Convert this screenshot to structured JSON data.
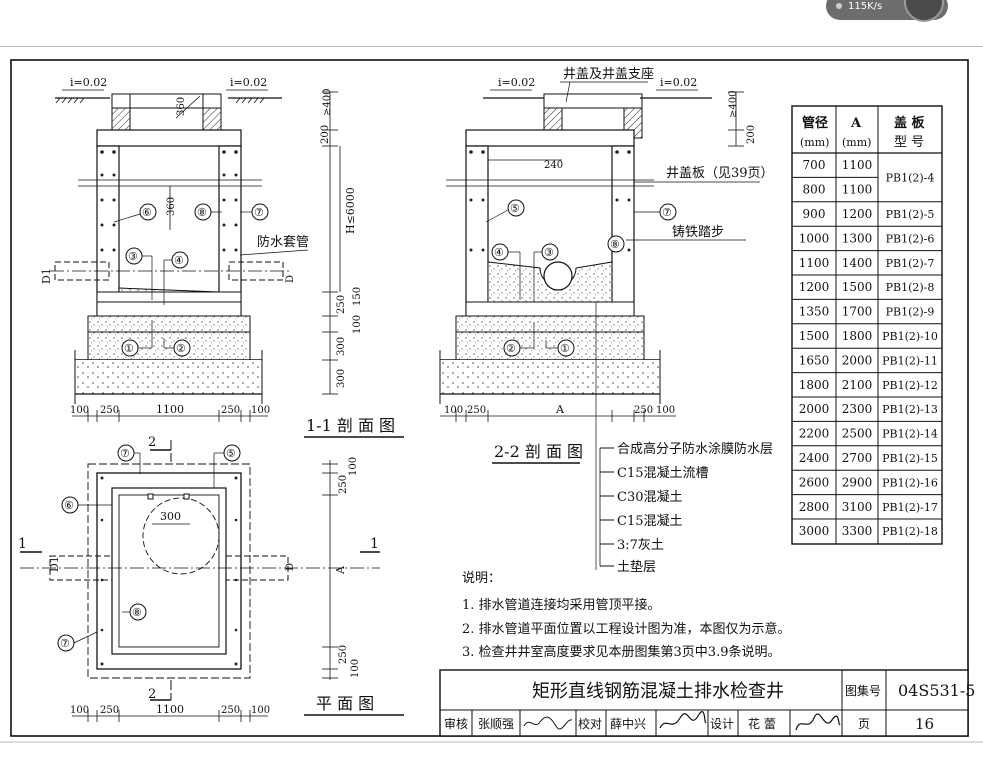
{
  "toolbar": {
    "net_speed": "115K/s"
  },
  "section_1_1": {
    "title": "1-1 剖 面 图",
    "slope_left": "i=0.02",
    "slope_right": "i=0.02",
    "labels": {
      "sleeve": "防水套管",
      "pipe_left": "D1",
      "pipe_right": "D"
    },
    "dims_vertical": [
      "360",
      "≥400",
      "200",
      "H≤6000",
      "360",
      "150",
      "250",
      "100",
      "300",
      "300"
    ],
    "dims_horizontal": [
      "100",
      "250",
      "1100",
      "250",
      "100"
    ],
    "markers": [
      "①",
      "②",
      "③",
      "④",
      "⑤",
      "⑥",
      "⑦",
      "⑧"
    ]
  },
  "section_2_2": {
    "title": "2-2 剖 面 图",
    "top_label": "井盖及井盖支座",
    "slope_left": "i=0.02",
    "slope_right": "i=0.02",
    "labels": {
      "cover_plate": "井盖板（见39页）",
      "steps": "铸铁踏步"
    },
    "dims_vertical": [
      "≥400",
      "200"
    ],
    "dim_240": "240",
    "dims_horizontal": [
      "100",
      "250",
      "A",
      "250",
      "100"
    ]
  },
  "plan": {
    "title": "平 面 图",
    "cut_mark": "1",
    "cut_mark_2": "2",
    "dim_300": "300",
    "labels": {
      "pipe_left": "D1",
      "pipe_right": "D",
      "dim_a": "A"
    },
    "dims_vertical": [
      "100",
      "250",
      "250",
      "100"
    ],
    "dims_horizontal": [
      "100",
      "250",
      "1100",
      "250",
      "100"
    ]
  },
  "legend": {
    "items": [
      "合成高分子防水涂膜防水层",
      "C15混凝土流槽",
      "C30混凝土",
      "C15混凝土",
      "3:7灰土",
      "土垫层"
    ]
  },
  "notes": {
    "heading": "说明：",
    "items": [
      "1. 排水管道连接均采用管顶平接。",
      "2. 排水管道平面位置以工程设计图为准，本图仅为示意。",
      "3. 检查井井室高度要求见本册图集第3页中3.9条说明。"
    ]
  },
  "table": {
    "headers": [
      [
        "管径",
        "(mm)"
      ],
      [
        "A",
        "(mm)"
      ],
      [
        "盖 板",
        "型 号"
      ]
    ],
    "rows": [
      [
        "700",
        "1100",
        "PB1(2)-4"
      ],
      [
        "800",
        "1100",
        ""
      ],
      [
        "900",
        "1200",
        "PB1(2)-5"
      ],
      [
        "1000",
        "1300",
        "PB1(2)-6"
      ],
      [
        "1100",
        "1400",
        "PB1(2)-7"
      ],
      [
        "1200",
        "1500",
        "PB1(2)-8"
      ],
      [
        "1350",
        "1700",
        "PB1(2)-9"
      ],
      [
        "1500",
        "1800",
        "PB1(2)-10"
      ],
      [
        "1650",
        "2000",
        "PB1(2)-11"
      ],
      [
        "1800",
        "2100",
        "PB1(2)-12"
      ],
      [
        "2000",
        "2300",
        "PB1(2)-13"
      ],
      [
        "2200",
        "2500",
        "PB1(2)-14"
      ],
      [
        "2400",
        "2700",
        "PB1(2)-15"
      ],
      [
        "2600",
        "2900",
        "PB1(2)-16"
      ],
      [
        "2800",
        "3100",
        "PB1(2)-17"
      ],
      [
        "3000",
        "3300",
        "PB1(2)-18"
      ]
    ]
  },
  "title_block": {
    "title": "矩形直线钢筋混凝土排水检查井",
    "atlas_label": "图集号",
    "atlas_no": "04S531-5",
    "review": "审核",
    "reviewer": "张顺强",
    "check": "校对",
    "checker": "薛中兴",
    "design": "设计",
    "designer": "花 蕾",
    "page_label": "页",
    "page_no": "16"
  }
}
